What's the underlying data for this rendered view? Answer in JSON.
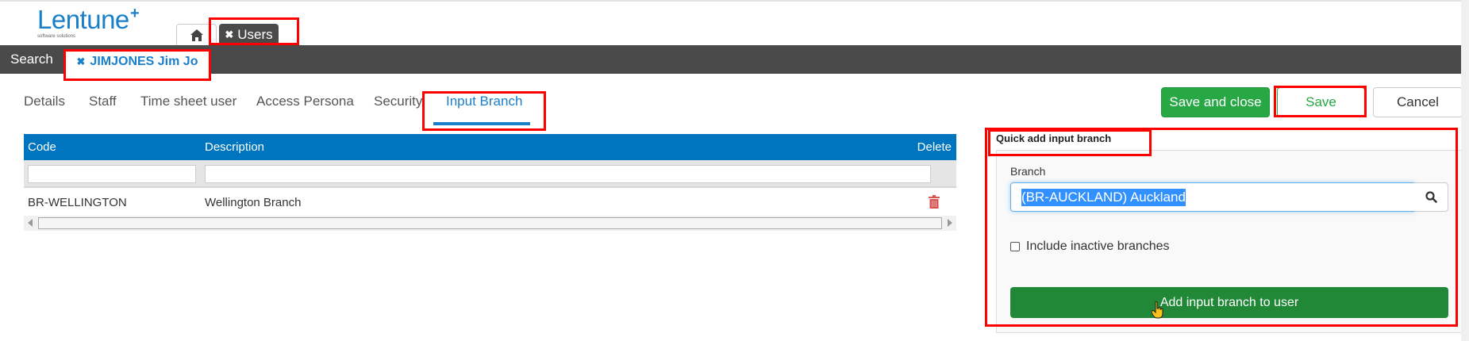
{
  "logo": {
    "name": "Lentune",
    "plus": "+",
    "tagline": "software solutions"
  },
  "app_tabs": [
    {
      "icon": "home-icon"
    },
    {
      "label": "Users",
      "close_icon": "✖"
    }
  ],
  "record_bar": {
    "search_label": "Search",
    "record_tab": {
      "label": "JIMJONES Jim Jo",
      "close_icon": "✖"
    }
  },
  "subtabs": [
    {
      "label": "Details"
    },
    {
      "label": "Staff"
    },
    {
      "label": "Time sheet user"
    },
    {
      "label": "Access Persona"
    },
    {
      "label": "Security"
    },
    {
      "label": "Input Branch",
      "active": true
    }
  ],
  "toolbar": {
    "save_close_label": "Save and close",
    "save_label": "Save",
    "cancel_label": "Cancel"
  },
  "grid": {
    "columns": [
      "Code",
      "Description",
      "Delete"
    ],
    "filters": {
      "code": "",
      "description": ""
    },
    "rows": [
      {
        "code": "BR-WELLINGTON",
        "description": "Wellington Branch"
      }
    ]
  },
  "quick_add": {
    "title": "Quick add input branch",
    "branch_label": "Branch",
    "branch_value": "(BR-AUCKLAND) Auckland",
    "include_inactive_label": "Include inactive branches",
    "include_inactive_checked": false,
    "add_button_label": "Add input branch to user"
  },
  "colors": {
    "brand_blue": "#1a7fc9",
    "grid_header": "#0075bf",
    "dark_bar": "#4a4a4a",
    "save_green": "#28a745",
    "add_green": "#218838",
    "delete_red": "#d9534f",
    "highlight_box": "#ff0000"
  }
}
